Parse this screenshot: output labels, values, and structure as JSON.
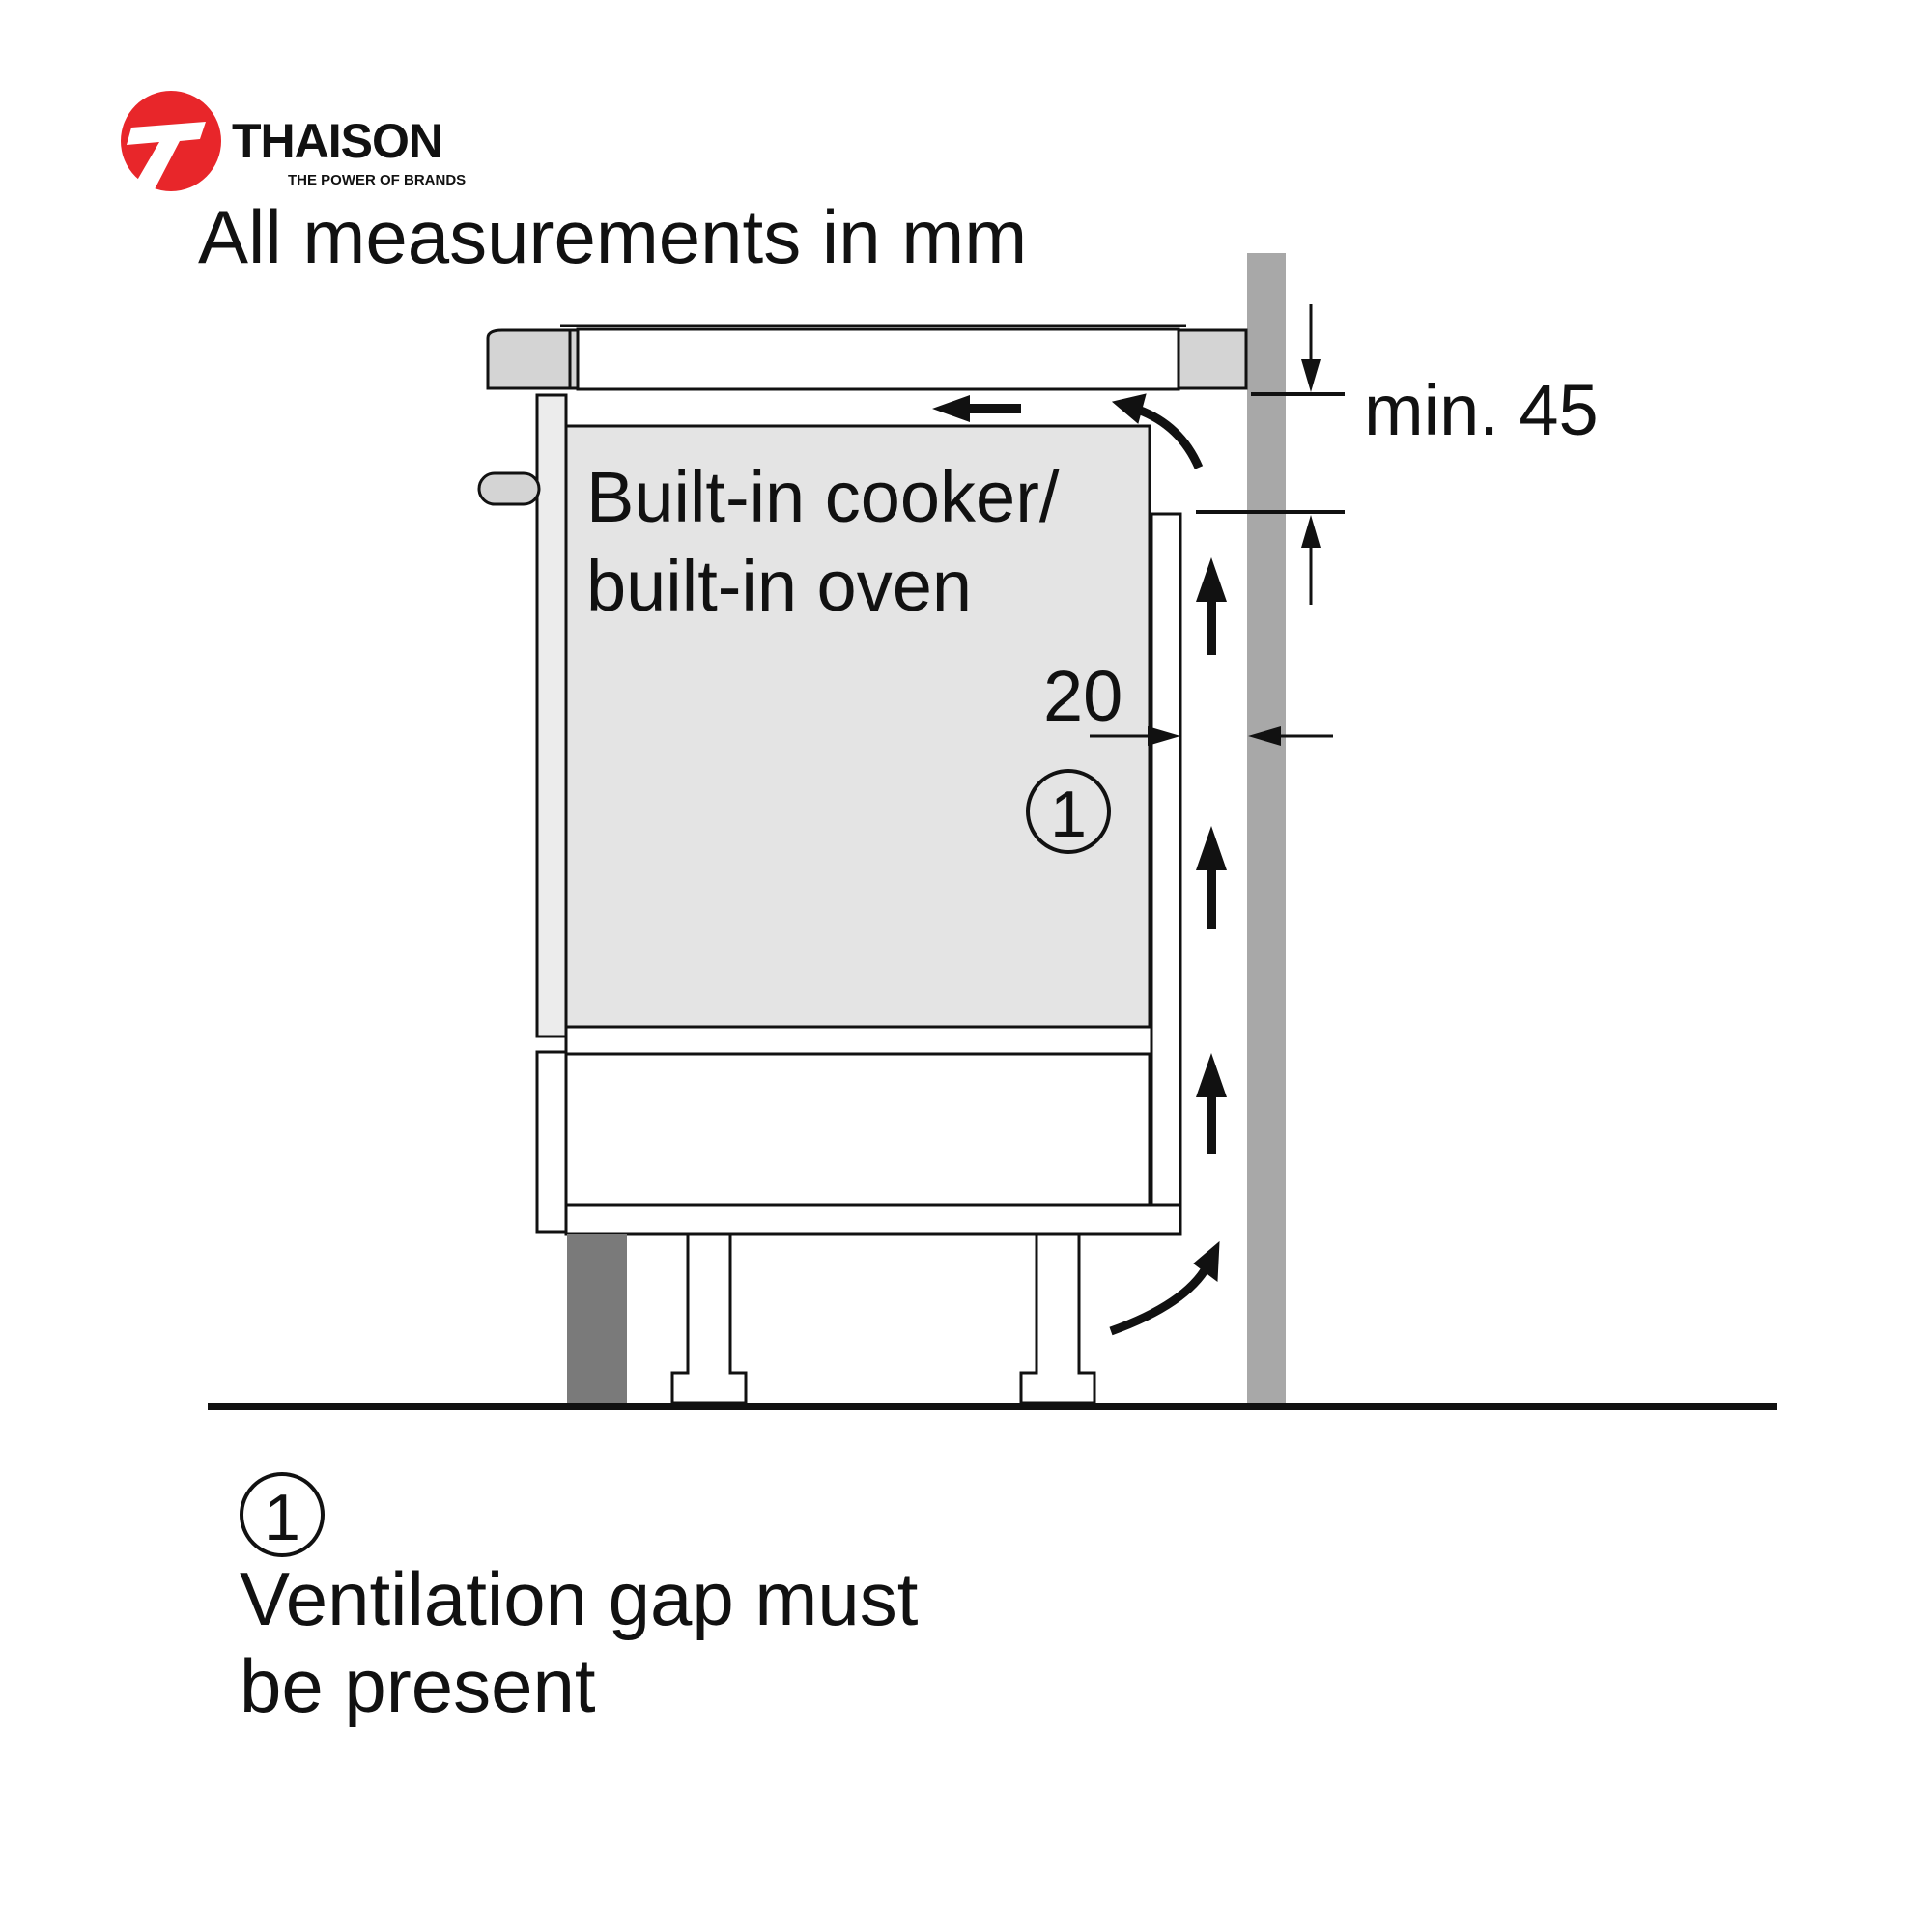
{
  "logo": {
    "brand_name": "THAISON",
    "tagline": "THE POWER OF BRANDS",
    "icon": "thaison-7-mark-icon",
    "brand_color": "#e8262a"
  },
  "header": {
    "units_note": "All measurements in mm"
  },
  "diagram": {
    "appliance_label_line1": "Built-in cooker/",
    "appliance_label_line2": "built-in oven",
    "gap_dimension": "20",
    "top_clearance": "min. 45",
    "marker": "1"
  },
  "legend": {
    "marker": "1",
    "line1": "Ventilation gap must",
    "line2": "be present"
  },
  "colors": {
    "oven_fill": "#e4e4e4",
    "wall_fill": "#a8a8a8",
    "plinth_fill": "#7a7a7a",
    "line": "#111111"
  }
}
